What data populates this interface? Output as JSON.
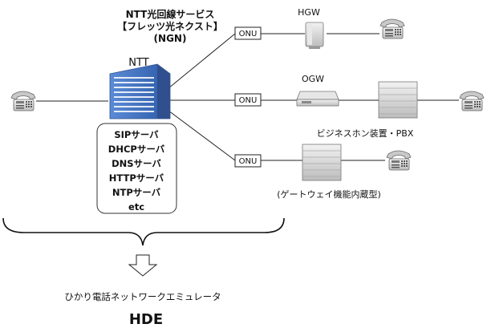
{
  "network": {
    "name_line1": "NTT光回線サービス",
    "name_line2": "【フレッツ光ネクスト】",
    "name_line3": "(NGN)"
  },
  "carrier": {
    "label": "NTT",
    "servers": [
      "SIPサーバ",
      "DHCPサーバ",
      "DNSサーバ",
      "HTTPサーバ",
      "NTPサーバ",
      "etc"
    ]
  },
  "onu_label": "ONU",
  "devices": {
    "hgw": "HGW",
    "ogw": "OGW",
    "pbx": "ビジネスホン装置・PBX",
    "gateway_builtin": "(ゲートウェイ機能内蔵型)"
  },
  "emulator": {
    "description": "ひかり電話ネットワークエミュレータ",
    "name": "HDE"
  },
  "colors": {
    "building": "#4472c4",
    "building_dark": "#2f4f8f",
    "line": "#222222",
    "device": "#d9d9d9"
  }
}
